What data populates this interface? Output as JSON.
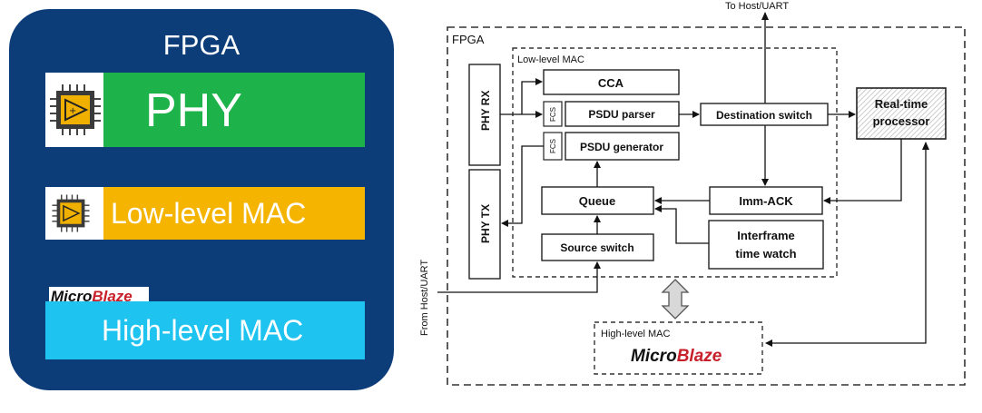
{
  "left": {
    "title": "FPGA",
    "phy": "PHY",
    "low_mac": "Low-level MAC",
    "microblaze_prefix": "Micro",
    "microblaze_suffix": "Blaze",
    "high_mac": "High-level MAC"
  },
  "diagram": {
    "to_host": "To Host/UART",
    "from_host": "From Host/UART",
    "fpga_label": "FPGA",
    "low_mac_label": "Low-level MAC",
    "phy_rx": "PHY RX",
    "phy_tx": "PHY TX",
    "cca": "CCA",
    "fcs": "FCS",
    "psdu_parser": "PSDU parser",
    "psdu_generator": "PSDU generator",
    "destination_switch": "Destination switch",
    "realtime_line1": "Real-time",
    "realtime_line2": "processor",
    "queue": "Queue",
    "imm_ack": "Imm-ACK",
    "interframe_line1": "Interframe",
    "interframe_line2": "time watch",
    "source_switch": "Source switch",
    "high_mac_label": "High-level MAC",
    "microblaze_prefix": "Micro",
    "microblaze_suffix": "Blaze"
  },
  "colors": {
    "panel": "#0c3d78",
    "phy": "#1db34a",
    "low_mac": "#f5b400",
    "high_mac": "#1ec3f0",
    "microblaze_red": "#c8202a"
  }
}
